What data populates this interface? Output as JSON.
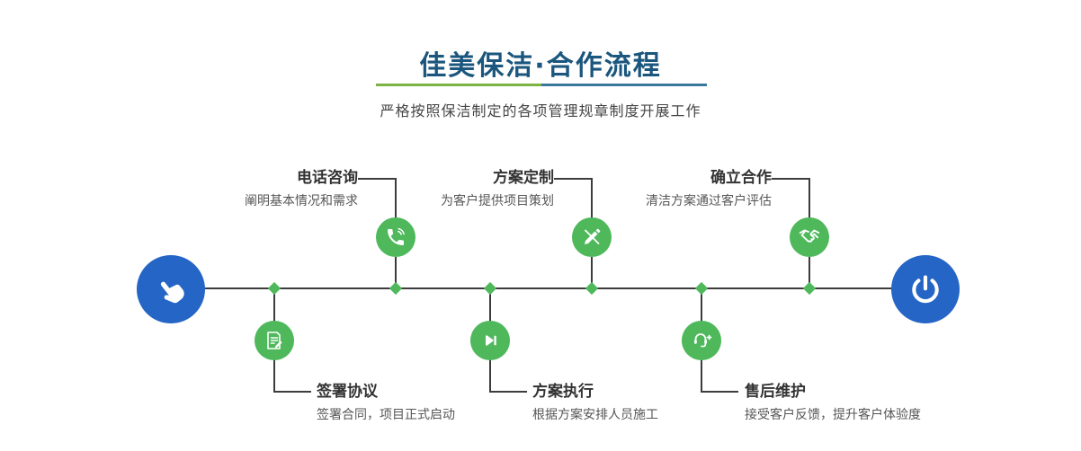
{
  "header": {
    "title": "佳美保洁·合作流程",
    "subtitle": "严格按照保洁制定的各项管理规章制度开展工作"
  },
  "colors": {
    "title_text": "#1a567d",
    "accent_green": "#4eb85b",
    "accent_blue": "#2465c5",
    "divider_green": "#7cb342",
    "divider_blue": "#39789b",
    "line": "#3c3c3c"
  },
  "endpoints": {
    "start_icon": "pointer-hand-icon",
    "end_icon": "power-icon"
  },
  "steps": [
    {
      "title": "电话咨询",
      "desc": "阐明基本情况和需求",
      "icon": "phone-icon",
      "position": "top"
    },
    {
      "title": "方案定制",
      "desc": "为客户提供项目策划",
      "icon": "design-icon",
      "position": "top"
    },
    {
      "title": "确立合作",
      "desc": "清洁方案通过客户评估",
      "icon": "handshake-icon",
      "position": "top"
    },
    {
      "title": "签署协议",
      "desc": "签署合同，项目正式启动",
      "icon": "contract-icon",
      "position": "bottom"
    },
    {
      "title": "方案执行",
      "desc": "根据方案安排人员施工",
      "icon": "execute-icon",
      "position": "bottom"
    },
    {
      "title": "售后维护",
      "desc": "接受客户反馈，提升客户体验度",
      "icon": "aftersale-icon",
      "position": "bottom"
    }
  ]
}
